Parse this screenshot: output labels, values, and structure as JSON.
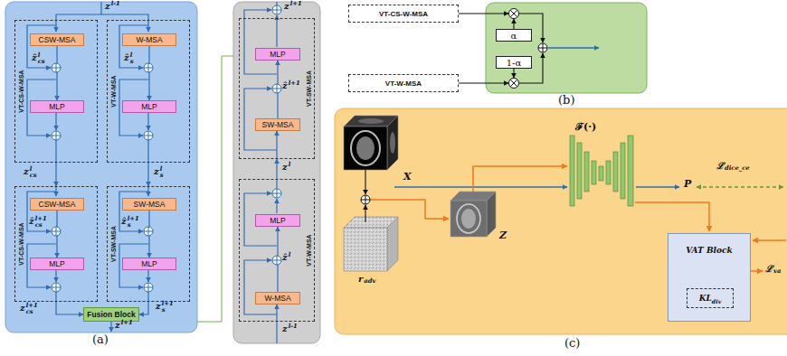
{
  "diagram": {
    "nodes": [
      {
        "text": [
          "VT-CS-W-MSA"
        ]
      },
      {
        "text": [
          "CSW-MSA"
        ],
        "in": 0
      },
      {
        "text": [
          "MLP"
        ],
        "in": 0
      },
      {
        "text": [
          "VT-W-MSA"
        ]
      },
      {
        "text": [
          "W-MSA"
        ],
        "in": 3
      },
      {
        "text": [
          "MLP"
        ],
        "in": 3
      },
      {
        "text": [
          "VT-CS-W-MSA"
        ]
      },
      {
        "text": [
          "CSW-MSA"
        ],
        "in": 6
      },
      {
        "text": [
          "MLP"
        ],
        "in": 6
      },
      {
        "text": [
          "VT-SW-MSA"
        ]
      },
      {
        "text": [
          "SW-MSA"
        ],
        "in": 9
      },
      {
        "text": [
          "MLP"
        ],
        "in": 9
      },
      {
        "text": [
          "Fusion Block"
        ]
      },
      {
        "text": [
          "VT-SW-MSA"
        ]
      },
      {
        "text": [
          "MLP"
        ],
        "in": 13
      },
      {
        "text": [
          "SW-MSA"
        ],
        "in": 13
      },
      {
        "text": [
          "VT-W-MSA"
        ]
      },
      {
        "text": [
          "MLP"
        ],
        "in": 16
      },
      {
        "text": [
          "W-MSA"
        ],
        "in": 16
      },
      {
        "text": [
          "VT-CS-W-MSA"
        ]
      },
      {
        "text": [
          "α"
        ]
      },
      {
        "text": [
          "1-α"
        ]
      },
      {
        "text": [
          "VT-W-MSA"
        ]
      },
      {
        "text": [
          "VAT Block"
        ]
      },
      {
        "text": [
          "KL",
          "div"
        ],
        "in": 23
      }
    ],
    "edges": [
      {
        "from": 1,
        "to": 2,
        "arrow": "to"
      },
      {
        "from": 0,
        "to": 6,
        "arrow": "to"
      },
      {
        "from": 4,
        "to": 5,
        "arrow": "to"
      },
      {
        "from": 3,
        "to": 9,
        "arrow": "to"
      },
      {
        "from": 7,
        "to": 8,
        "arrow": "to"
      },
      {
        "from": 6,
        "to": 12,
        "arrow": "to"
      },
      {
        "from": 10,
        "to": 11,
        "arrow": "to"
      },
      {
        "from": 9,
        "to": 12,
        "arrow": "to"
      },
      {
        "from": 18,
        "to": 17,
        "arrow": "to"
      },
      {
        "from": 16,
        "to": 13,
        "arrow": "to"
      },
      {
        "from": 15,
        "to": 14,
        "arrow": "to"
      }
    ],
    "labels": [
      "z",
      "l-1",
      "ẑ",
      "l",
      "cs",
      "ẑ",
      "l",
      "s",
      "z",
      "l",
      "cs",
      "z",
      "l",
      "s",
      "ẑ",
      "l+1",
      "cs",
      "ẑ",
      "l+1",
      "s",
      "z",
      "l+1",
      "cs",
      "z",
      "l+1",
      "s",
      "z",
      "l+1",
      "(a)",
      "z",
      "l+1",
      "ẑ",
      "l+1",
      "z",
      "l",
      "ẑ",
      "l",
      "z",
      "l-1",
      "(b)",
      "ℱ(·)",
      "X",
      "P",
      "ℒ",
      "dice_ce",
      "Z",
      "r",
      "adv",
      "ℒ",
      "va",
      "(c)"
    ]
  }
}
